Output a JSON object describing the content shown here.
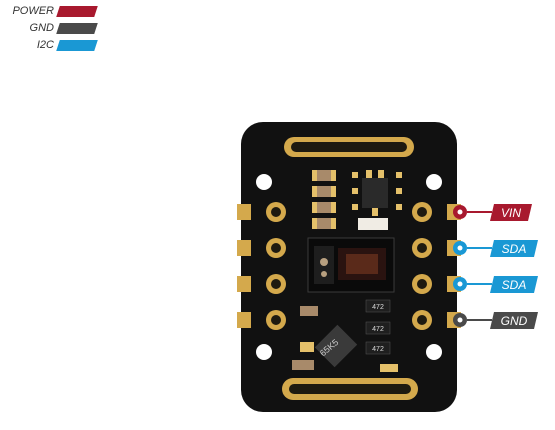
{
  "legend": [
    {
      "label": "POWER",
      "color": "#a8192e"
    },
    {
      "label": "GND",
      "color": "#4a4a4a"
    },
    {
      "label": "I2C",
      "color": "#1a98d4"
    }
  ],
  "pins": [
    {
      "label": "VIN",
      "type": "power",
      "color": "#a8192e"
    },
    {
      "label": "SDA",
      "type": "i2c",
      "color": "#1a98d4"
    },
    {
      "label": "SDA",
      "type": "i2c",
      "color": "#1a98d4"
    },
    {
      "label": "GND",
      "type": "gnd",
      "color": "#4a4a4a"
    }
  ],
  "markings": {
    "resistor_1": "472",
    "resistor_2": "472",
    "resistor_3": "472",
    "chip": "65K5"
  },
  "colors": {
    "pcb": "#111111",
    "gold": "#d4a94c",
    "pad": "#e4c06a"
  }
}
